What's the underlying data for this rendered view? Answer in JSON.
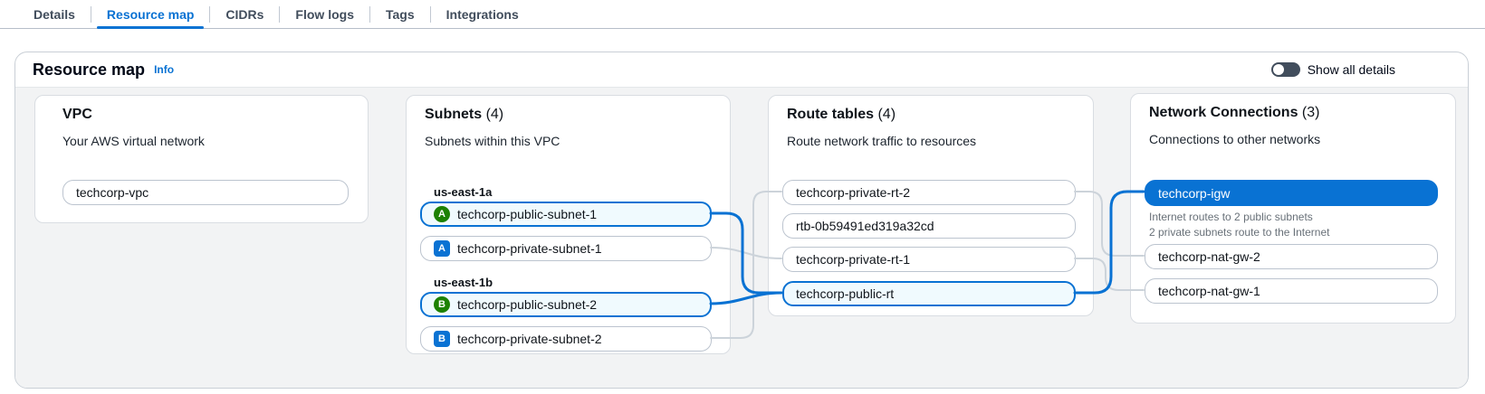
{
  "tabs": {
    "active": "Resource map",
    "items": [
      {
        "label": "Details"
      },
      {
        "label": "Resource map"
      },
      {
        "label": "CIDRs"
      },
      {
        "label": "Flow logs"
      },
      {
        "label": "Tags"
      },
      {
        "label": "Integrations"
      }
    ]
  },
  "panel": {
    "title": "Resource map",
    "info": "Info",
    "show_all_details": "Show all details",
    "toggle_state": "off"
  },
  "colors": {
    "accent_blue": "#0972d3",
    "selected_item_fill": "#f0fafe",
    "public_subnet_icon_green": "#1d8102",
    "private_subnet_icon_blue": "#0972d3",
    "connector_gray": "#ccd3da",
    "panel_body_gray": "#f2f3f4"
  },
  "map": {
    "vpc": {
      "title": "VPC",
      "subtitle": "Your AWS virtual network",
      "items": [
        {
          "label": "techcorp-vpc"
        }
      ]
    },
    "subnets": {
      "title": "Subnets",
      "count": "(4)",
      "subtitle": "Subnets within this VPC",
      "groups": [
        {
          "label": "us-east-1a",
          "items": [
            {
              "label": "techcorp-public-subnet-1",
              "badge": "A",
              "type": "public",
              "selected": true
            },
            {
              "label": "techcorp-private-subnet-1",
              "badge": "A",
              "type": "private",
              "selected": false
            }
          ]
        },
        {
          "label": "us-east-1b",
          "items": [
            {
              "label": "techcorp-public-subnet-2",
              "badge": "B",
              "type": "public",
              "selected": true
            },
            {
              "label": "techcorp-private-subnet-2",
              "badge": "B",
              "type": "private",
              "selected": false
            }
          ]
        }
      ]
    },
    "route_tables": {
      "title": "Route tables",
      "count": "(4)",
      "subtitle": "Route network traffic to resources",
      "items": [
        {
          "label": "techcorp-private-rt-2",
          "selected": false
        },
        {
          "label": "rtb-0b59491ed319a32cd",
          "selected": false
        },
        {
          "label": "techcorp-private-rt-1",
          "selected": false
        },
        {
          "label": "techcorp-public-rt",
          "selected": true
        }
      ]
    },
    "network_connections": {
      "title": "Network Connections",
      "count": "(3)",
      "subtitle": "Connections to other networks",
      "items": [
        {
          "label": "techcorp-igw",
          "selected": true,
          "caption": [
            "Internet routes to 2 public subnets",
            "2 private subnets route to the Internet"
          ]
        },
        {
          "label": "techcorp-nat-gw-2",
          "selected": false
        },
        {
          "label": "techcorp-nat-gw-1",
          "selected": false
        }
      ]
    }
  }
}
